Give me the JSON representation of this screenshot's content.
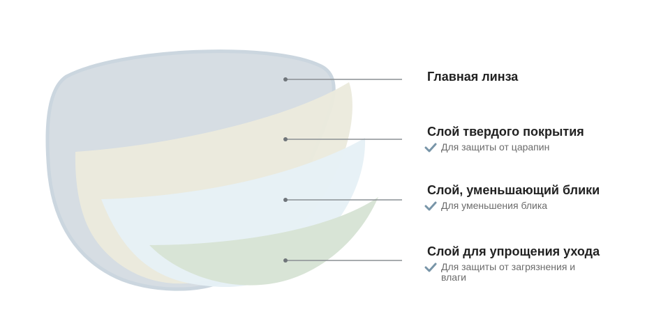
{
  "layers": [
    {
      "id": "main-lens",
      "label": "Главная линза",
      "benefit": ""
    },
    {
      "id": "hard-coat",
      "label": "Слой твердого покрытия",
      "benefit": "Для защиты от царапин"
    },
    {
      "id": "anti-reflective",
      "label": "Слой, уменьшающий блики",
      "benefit": "Для уменьшения блика"
    },
    {
      "id": "easy-clean",
      "label": "Слой для упрощения ухода",
      "benefit": "Для защиты от загрязнения и влаги"
    }
  ],
  "colors": {
    "main_lens": "#d6dde3",
    "main_lens_edge": "#cbd6df",
    "hard_coat": "#ebeadd",
    "anti_reflective": "#e6f0f6",
    "easy_clean": "#d7e3d5",
    "leader_line": "#8a8f93",
    "check": "#7895a8"
  },
  "icons": {
    "check": "check-icon"
  }
}
